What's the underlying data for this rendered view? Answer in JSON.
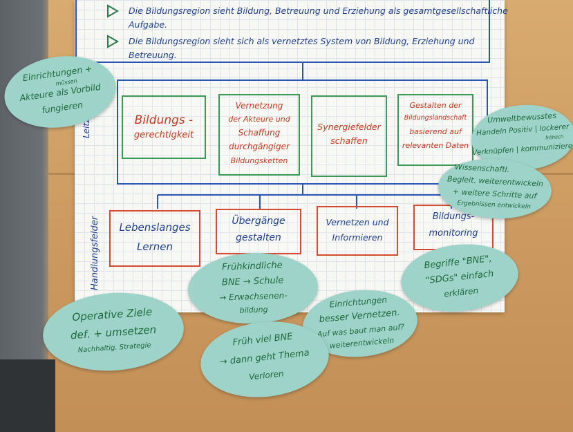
{
  "poster": {
    "goal_1_line1": "Die Bildungsregion sieht Bildung, Betreuung und Erziehung als gesamtgesellschaftliche",
    "goal_1_line2": "Aufgabe.",
    "goal_2_line1": "Die Bildungsregion sieht sich als vernetztes System von Bildung, Erziehung und",
    "goal_2_line2": "Betreuung.",
    "side_label_top": "Leitziel",
    "side_label_bottom": "Handlungsfelder",
    "leitziele": [
      {
        "lines": [
          "Bildungs -",
          "gerechtigkeit"
        ]
      },
      {
        "lines": [
          "Vernetzung",
          "der Akteure und",
          "Schaffung",
          "durchgängiger",
          "Bildungsketten"
        ]
      },
      {
        "lines": [
          "Synergiefelder",
          "schaffen"
        ]
      },
      {
        "lines": [
          "Gestalten der",
          "Bildungslandschaft",
          "basierend auf",
          "relevanten Daten"
        ]
      }
    ],
    "handlungsfelder": [
      {
        "lines": [
          "Lebenslanges",
          "Lernen"
        ]
      },
      {
        "lines": [
          "Übergänge",
          "gestalten"
        ]
      },
      {
        "lines": [
          "Vernetzen und",
          "Informieren"
        ]
      },
      {
        "lines": [
          "Bildungs-",
          "monitoring"
        ]
      }
    ]
  },
  "notes": {
    "vorbild": [
      "Einrichtungen +",
      "müssen",
      "Akteure als Vorbild",
      "fungieren"
    ],
    "umwelt": [
      "Umweltbewusstes",
      "Handeln Positiv | lockerer",
      "fröhlich",
      "Verknüpfen | kommunizieren"
    ],
    "wissenschaft": [
      "Wissenschaftl.",
      "Begleit. weiterentwickeln",
      "+ weitere Schritte auf",
      "Ergebnissen entwickeln"
    ],
    "begriffe": [
      "Begriffe \"BNE\",",
      "\"SDGs\" einfach",
      "erklären"
    ],
    "fruehkindlich": [
      "Frühkindliche",
      "BNE → Schule",
      "→ Erwachsenen-",
      "bildung"
    ],
    "einrichtungen": [
      "Einrichtungen",
      "besser Vernetzen.",
      "Auf was baut man auf?",
      "weiterentwickeln"
    ],
    "operative": [
      "Operative Ziele",
      "def. + umsetzen",
      "Nachhaltig. Strategie"
    ],
    "frueh_viel": [
      "Früh viel BNE",
      "→ dann geht Thema",
      "Verloren"
    ]
  },
  "colors": {
    "note": "#9dd3c9",
    "ink_blue": "#1d3f8a",
    "ink_red": "#c8361f",
    "ink_green": "#2a7a4a"
  }
}
